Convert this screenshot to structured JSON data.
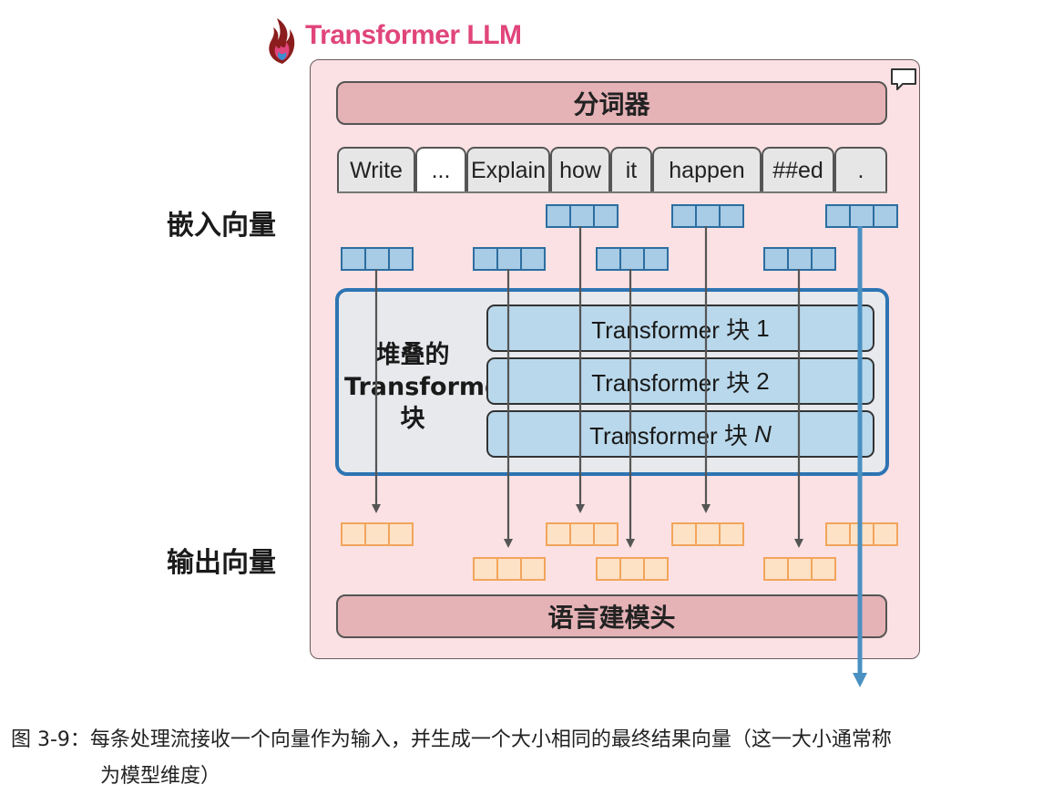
{
  "header": {
    "title": "Transformer LLM",
    "logo": "flame-logo-icon"
  },
  "tokenizer": {
    "label": "分词器"
  },
  "tokens": [
    {
      "text": "Write"
    },
    {
      "text": "..."
    },
    {
      "text": "Explain"
    },
    {
      "text": "how"
    },
    {
      "text": "it"
    },
    {
      "text": "happen"
    },
    {
      "text": "##ed"
    },
    {
      "text": "."
    }
  ],
  "labels": {
    "embeddings": "嵌入向量",
    "outputs": "输出向量"
  },
  "stack": {
    "label_line1": "堆叠的",
    "label_line2": "Transformer",
    "label_line3": "块",
    "blocks": [
      {
        "prefix": "Transformer 块 ",
        "index": "1"
      },
      {
        "prefix": "Transformer 块 ",
        "index": "2"
      },
      {
        "prefix": "Transformer 块 ",
        "index": "N"
      }
    ]
  },
  "lm_head": {
    "label": "语言建模头"
  },
  "caption": {
    "line1": "图 3-9：每条处理流接收一个向量作为输入，并生成一个大小相同的最终结果向量（这一大小通常称",
    "line2": "为模型维度）"
  },
  "colors": {
    "brand": "#e0457b",
    "frame_bg": "#fbe1e3",
    "bar_bg": "#e5b2b6",
    "embedding_vector": "#a8cbe6",
    "output_vector": "#fde2c6",
    "stack_border": "#2d74b3",
    "block_bg": "#b9d8eb",
    "highlight_arrow": "#4a90c2"
  }
}
